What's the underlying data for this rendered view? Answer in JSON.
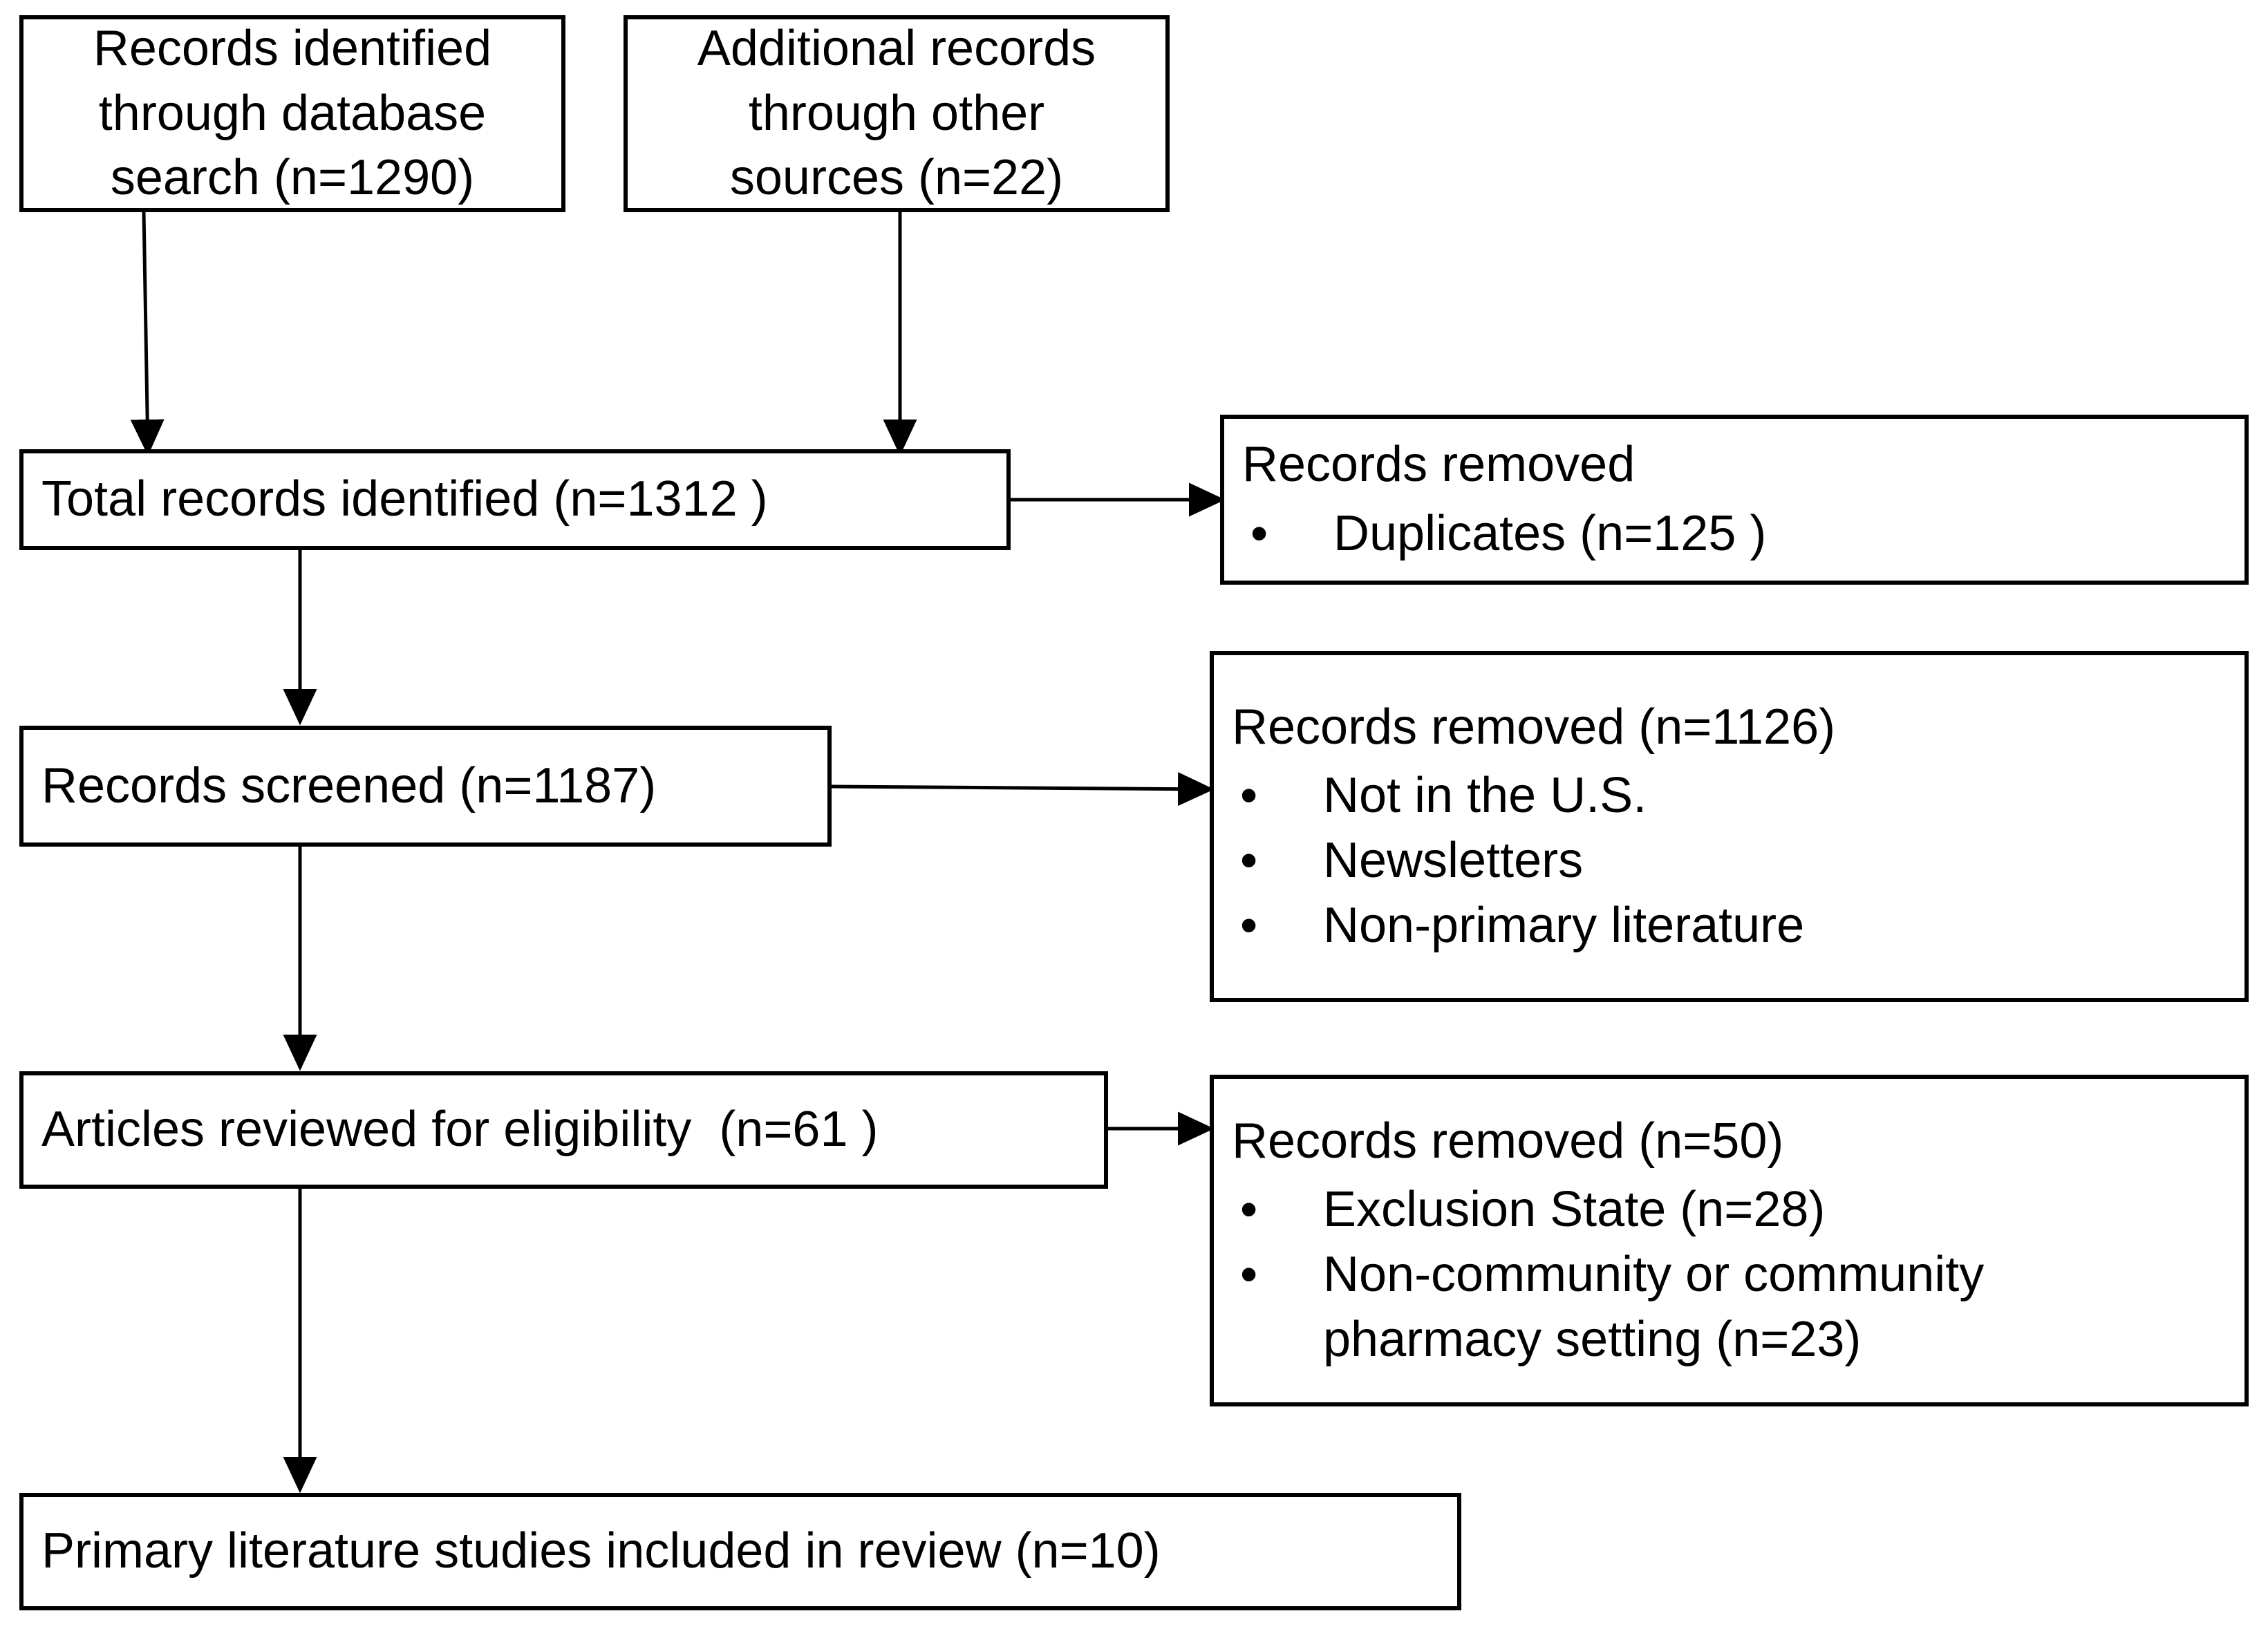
{
  "diagram": {
    "type": "prisma-flow-diagram",
    "title": "",
    "nodes": [
      {
        "id": "records-identified-database",
        "name": "records-identified-through-database-search-box",
        "lines": [
          "Records identified",
          "through database",
          "search (n=1290)"
        ],
        "n": 1290
      },
      {
        "id": "additional-records-other",
        "name": "additional-records-through-other-sources-box",
        "lines": [
          "Additional records",
          "through other",
          "sources (n=22)"
        ],
        "n": 22
      },
      {
        "id": "total-records-identified",
        "name": "total-records-identified-box",
        "lines": [
          "Total records identified (n=1312 )"
        ],
        "n": 1312
      },
      {
        "id": "records-removed-duplicates",
        "name": "records-removed-duplicates-box",
        "heading": "Records removed",
        "bullets": [
          "Duplicates (n=125 )"
        ]
      },
      {
        "id": "records-screened",
        "name": "records-screened-box",
        "lines": [
          "Records screened (n=1187)"
        ],
        "n": 1187
      },
      {
        "id": "records-removed-screening",
        "name": "records-removed-screening-box",
        "heading": "Records removed (n=1126)",
        "bullets": [
          "Not in the U.S.",
          "Newsletters",
          "Non-primary literature"
        ],
        "n": 1126
      },
      {
        "id": "articles-reviewed-eligibility",
        "name": "articles-reviewed-for-eligibility-box",
        "lines": [
          "Articles reviewed for eligibility  (n=61 )"
        ],
        "n": 61
      },
      {
        "id": "records-removed-eligibility",
        "name": "records-removed-eligibility-box",
        "heading": "Records removed (n=50)",
        "bullets": [
          "Exclusion State (n=28)",
          "Non-community or community",
          "pharmacy setting (n=23)"
        ],
        "n": 50
      },
      {
        "id": "primary-literature-included",
        "name": "primary-literature-studies-included-box",
        "lines": [
          "Primary literature studies included in review (n=10)"
        ],
        "n": 10
      }
    ],
    "bullet_glyph": "•",
    "edges": [
      {
        "from": "records-identified-database",
        "to": "total-records-identified",
        "direction": "down"
      },
      {
        "from": "additional-records-other",
        "to": "total-records-identified",
        "direction": "down"
      },
      {
        "from": "total-records-identified",
        "to": "records-removed-duplicates",
        "direction": "right"
      },
      {
        "from": "total-records-identified",
        "to": "records-screened",
        "direction": "down"
      },
      {
        "from": "records-screened",
        "to": "records-removed-screening",
        "direction": "right"
      },
      {
        "from": "records-screened",
        "to": "articles-reviewed-eligibility",
        "direction": "down"
      },
      {
        "from": "articles-reviewed-eligibility",
        "to": "records-removed-eligibility",
        "direction": "right"
      },
      {
        "from": "articles-reviewed-eligibility",
        "to": "primary-literature-included",
        "direction": "down"
      }
    ],
    "colors": {
      "stroke": "#000000",
      "fill": "#ffffff",
      "text": "#000000"
    }
  }
}
